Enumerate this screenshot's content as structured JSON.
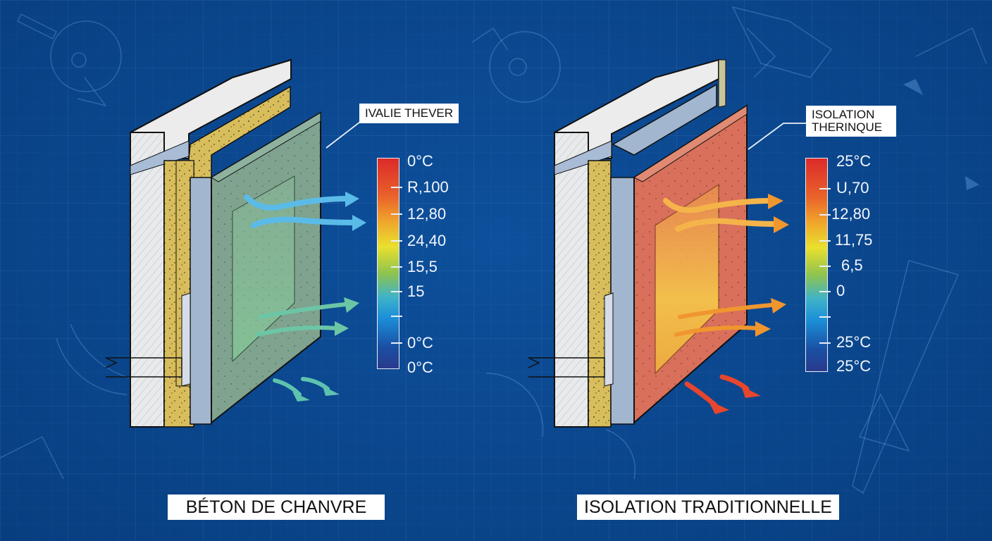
{
  "diagram": {
    "background_color": "#0a4a94",
    "left_panel": {
      "title": "BÉTON DE CHANVRE",
      "callout": "IVALIE THEVER",
      "face_color": "#7fa58f",
      "flow_color": "#5ab8e6",
      "scale": {
        "labels": [
          "0°C",
          "R,100",
          "12,80",
          "24,40",
          "15,5",
          "15",
          "",
          "0°C",
          "0°C"
        ]
      }
    },
    "right_panel": {
      "title": "ISOLATION TRADITIONNELLE",
      "callout_line1": "ISOLATION",
      "callout_line2": "THERINQUE",
      "face_color": "#d9705a",
      "flow_color": "#f0962e",
      "scale": {
        "labels": [
          "25°C",
          "U,70",
          "12,80",
          "11,75",
          "6,5",
          "0",
          "",
          "25°C",
          "25°C"
        ]
      }
    },
    "layer_colors": {
      "concrete": "#e6e8ea",
      "hemp_yellow": "#d9be5c",
      "membrane": "#9fb3cf",
      "outline": "#111111"
    }
  }
}
